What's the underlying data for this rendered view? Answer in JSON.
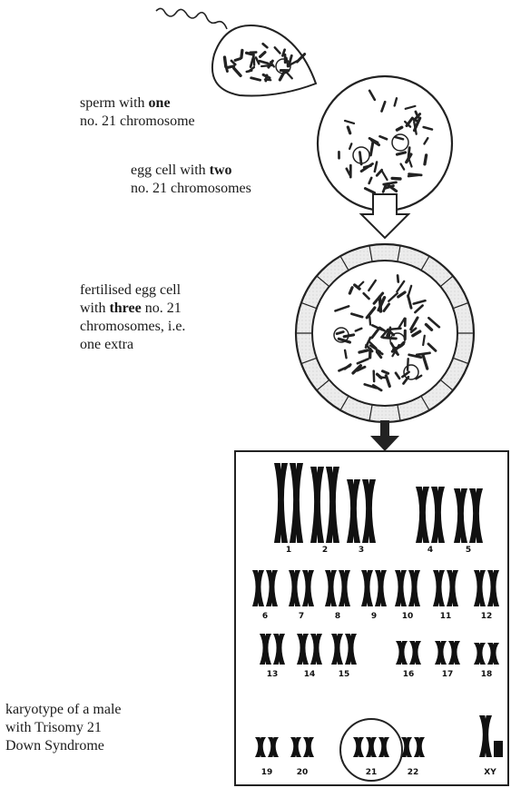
{
  "captions": {
    "sperm": {
      "l1": "sperm with ",
      "l1_bold": "one",
      "l2": "no. 21 chromosome"
    },
    "egg": {
      "l1": "egg cell with ",
      "l1_bold": "two",
      "l2": "no. 21 chromosomes"
    },
    "fertilised": {
      "l1": "fertilised egg cell",
      "l2a": "with ",
      "l2_bold": "three",
      "l2b": " no. 21",
      "l3": "chromosomes, i.e.",
      "l4": "one extra"
    },
    "karyotype": {
      "l1": "karyotype of a male",
      "l2": "with Trisomy 21",
      "l3": "Down Syndrome"
    }
  },
  "karyotype": {
    "row1": [
      "1",
      "2",
      "3",
      "4",
      "5"
    ],
    "row2": [
      "6",
      "7",
      "8",
      "9",
      "10",
      "11",
      "12"
    ],
    "row3": [
      "13",
      "14",
      "15",
      "16",
      "17",
      "18"
    ],
    "row4": [
      "19",
      "20",
      "21",
      "22",
      "XY"
    ]
  }
}
